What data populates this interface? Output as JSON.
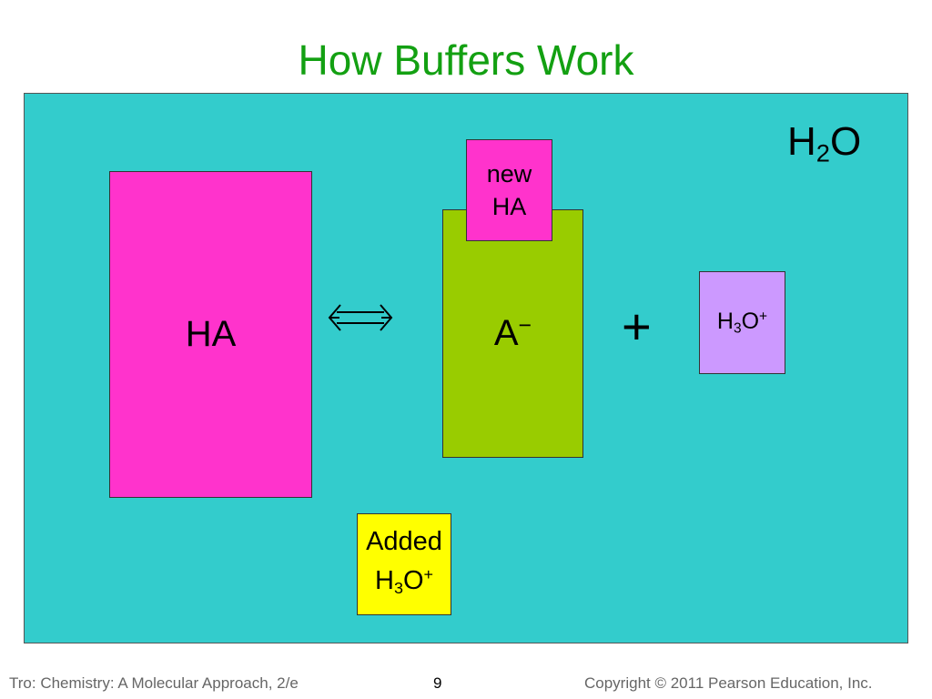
{
  "slide": {
    "title": "How Buffers Work",
    "solvent": {
      "main": "H",
      "sub": "2",
      "tail": "O"
    },
    "acid_label": "HA",
    "conjugate_base": {
      "main": "A",
      "sup": "−"
    },
    "new_acid": {
      "line1": "new",
      "line2": "HA"
    },
    "equilibrium_symbol": "double-arrow-icon",
    "plus_sign": "+",
    "product": {
      "main": "H",
      "sub": "3",
      "tail": "O",
      "sup": "+"
    },
    "added": {
      "line1": "Added",
      "main": "H",
      "sub": "3",
      "tail": "O",
      "sup": "+"
    }
  },
  "colors": {
    "title": "#13a012",
    "background_box": "#33cccc",
    "acid": "#ff33cc",
    "base": "#99cc00",
    "hydronium": "#cc99ff",
    "added": "#ffff00"
  },
  "footer": {
    "left": "Tro: Chemistry: A Molecular Approach, 2/e",
    "page": "9",
    "right": "Copyright © 2011 Pearson Education, Inc."
  }
}
